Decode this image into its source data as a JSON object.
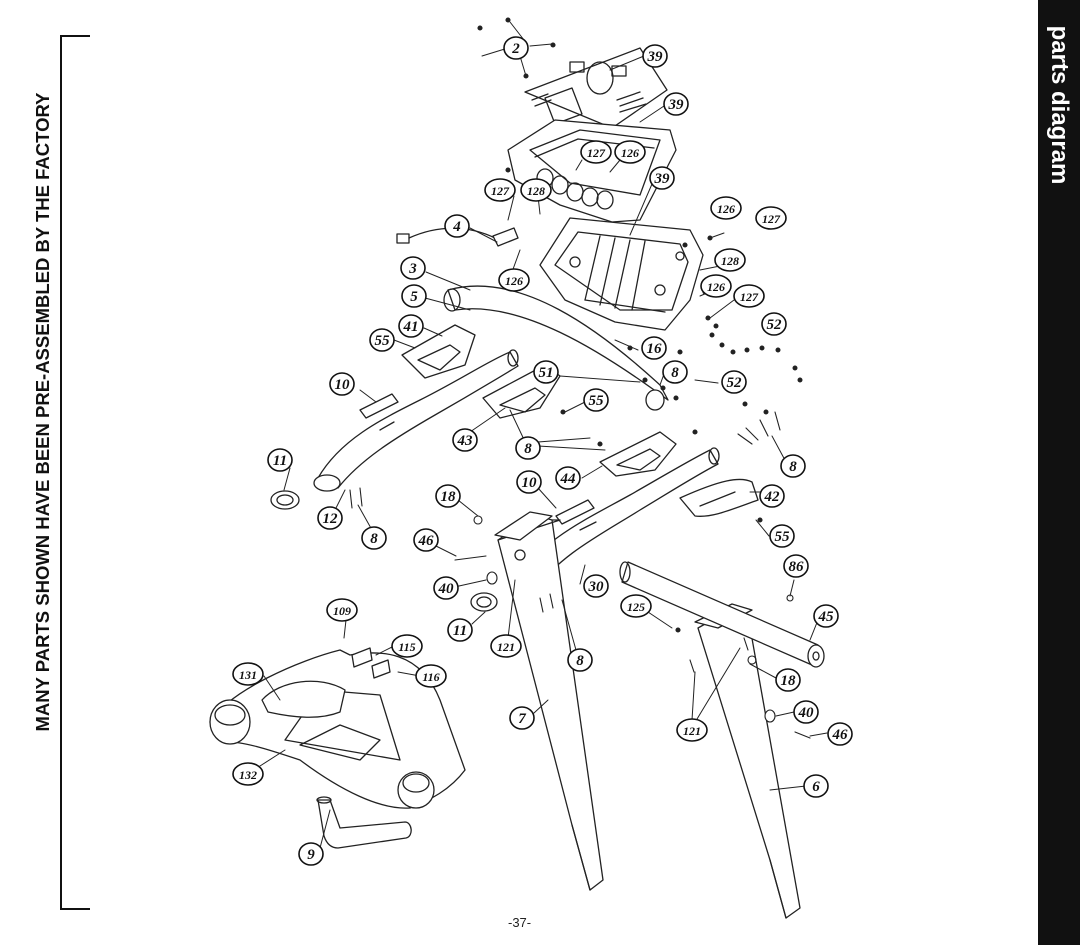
{
  "header": {
    "section_tab": "parts diagram"
  },
  "note": "MANY PARTS SHOWN HAVE BEEN PRE-ASSEMBLED BY THE FACTORY",
  "page_number": "-37-",
  "callouts": [
    {
      "id": "c2a",
      "label": "2"
    },
    {
      "id": "c39a",
      "label": "39"
    },
    {
      "id": "c39b",
      "label": "39"
    },
    {
      "id": "c127a",
      "label": "127"
    },
    {
      "id": "c126a",
      "label": "126"
    },
    {
      "id": "c39c",
      "label": "39"
    },
    {
      "id": "c127b",
      "label": "127"
    },
    {
      "id": "c128a",
      "label": "128"
    },
    {
      "id": "c126b",
      "label": "126"
    },
    {
      "id": "c127c",
      "label": "127"
    },
    {
      "id": "c4",
      "label": "4"
    },
    {
      "id": "c126c",
      "label": "126"
    },
    {
      "id": "c128b",
      "label": "128"
    },
    {
      "id": "c126d",
      "label": "126"
    },
    {
      "id": "c127d",
      "label": "127"
    },
    {
      "id": "c3",
      "label": "3"
    },
    {
      "id": "c5",
      "label": "5"
    },
    {
      "id": "c41",
      "label": "41"
    },
    {
      "id": "c55a",
      "label": "55"
    },
    {
      "id": "c52a",
      "label": "52"
    },
    {
      "id": "c16",
      "label": "16"
    },
    {
      "id": "c10a",
      "label": "10"
    },
    {
      "id": "c51",
      "label": "51"
    },
    {
      "id": "c8a",
      "label": "8"
    },
    {
      "id": "c52b",
      "label": "52"
    },
    {
      "id": "c55b",
      "label": "55"
    },
    {
      "id": "c43",
      "label": "43"
    },
    {
      "id": "c8b",
      "label": "8"
    },
    {
      "id": "c11a",
      "label": "11"
    },
    {
      "id": "c8c",
      "label": "8"
    },
    {
      "id": "c44",
      "label": "44"
    },
    {
      "id": "c10b",
      "label": "10"
    },
    {
      "id": "c42",
      "label": "42"
    },
    {
      "id": "c12",
      "label": "12"
    },
    {
      "id": "c18a",
      "label": "18"
    },
    {
      "id": "c8d",
      "label": "8"
    },
    {
      "id": "c55c",
      "label": "55"
    },
    {
      "id": "c46a",
      "label": "46"
    },
    {
      "id": "c86",
      "label": "86"
    },
    {
      "id": "c40a",
      "label": "40"
    },
    {
      "id": "c30",
      "label": "30"
    },
    {
      "id": "c109",
      "label": "109"
    },
    {
      "id": "c125",
      "label": "125"
    },
    {
      "id": "c45",
      "label": "45"
    },
    {
      "id": "c11b",
      "label": "11"
    },
    {
      "id": "c121a",
      "label": "121"
    },
    {
      "id": "c115",
      "label": "115"
    },
    {
      "id": "c8e",
      "label": "8"
    },
    {
      "id": "c116",
      "label": "116"
    },
    {
      "id": "c131",
      "label": "131"
    },
    {
      "id": "c18b",
      "label": "18"
    },
    {
      "id": "c40b",
      "label": "40"
    },
    {
      "id": "c7",
      "label": "7"
    },
    {
      "id": "c121b",
      "label": "121"
    },
    {
      "id": "c46b",
      "label": "46"
    },
    {
      "id": "c132",
      "label": "132"
    },
    {
      "id": "c6",
      "label": "6"
    },
    {
      "id": "c9",
      "label": "9"
    }
  ]
}
